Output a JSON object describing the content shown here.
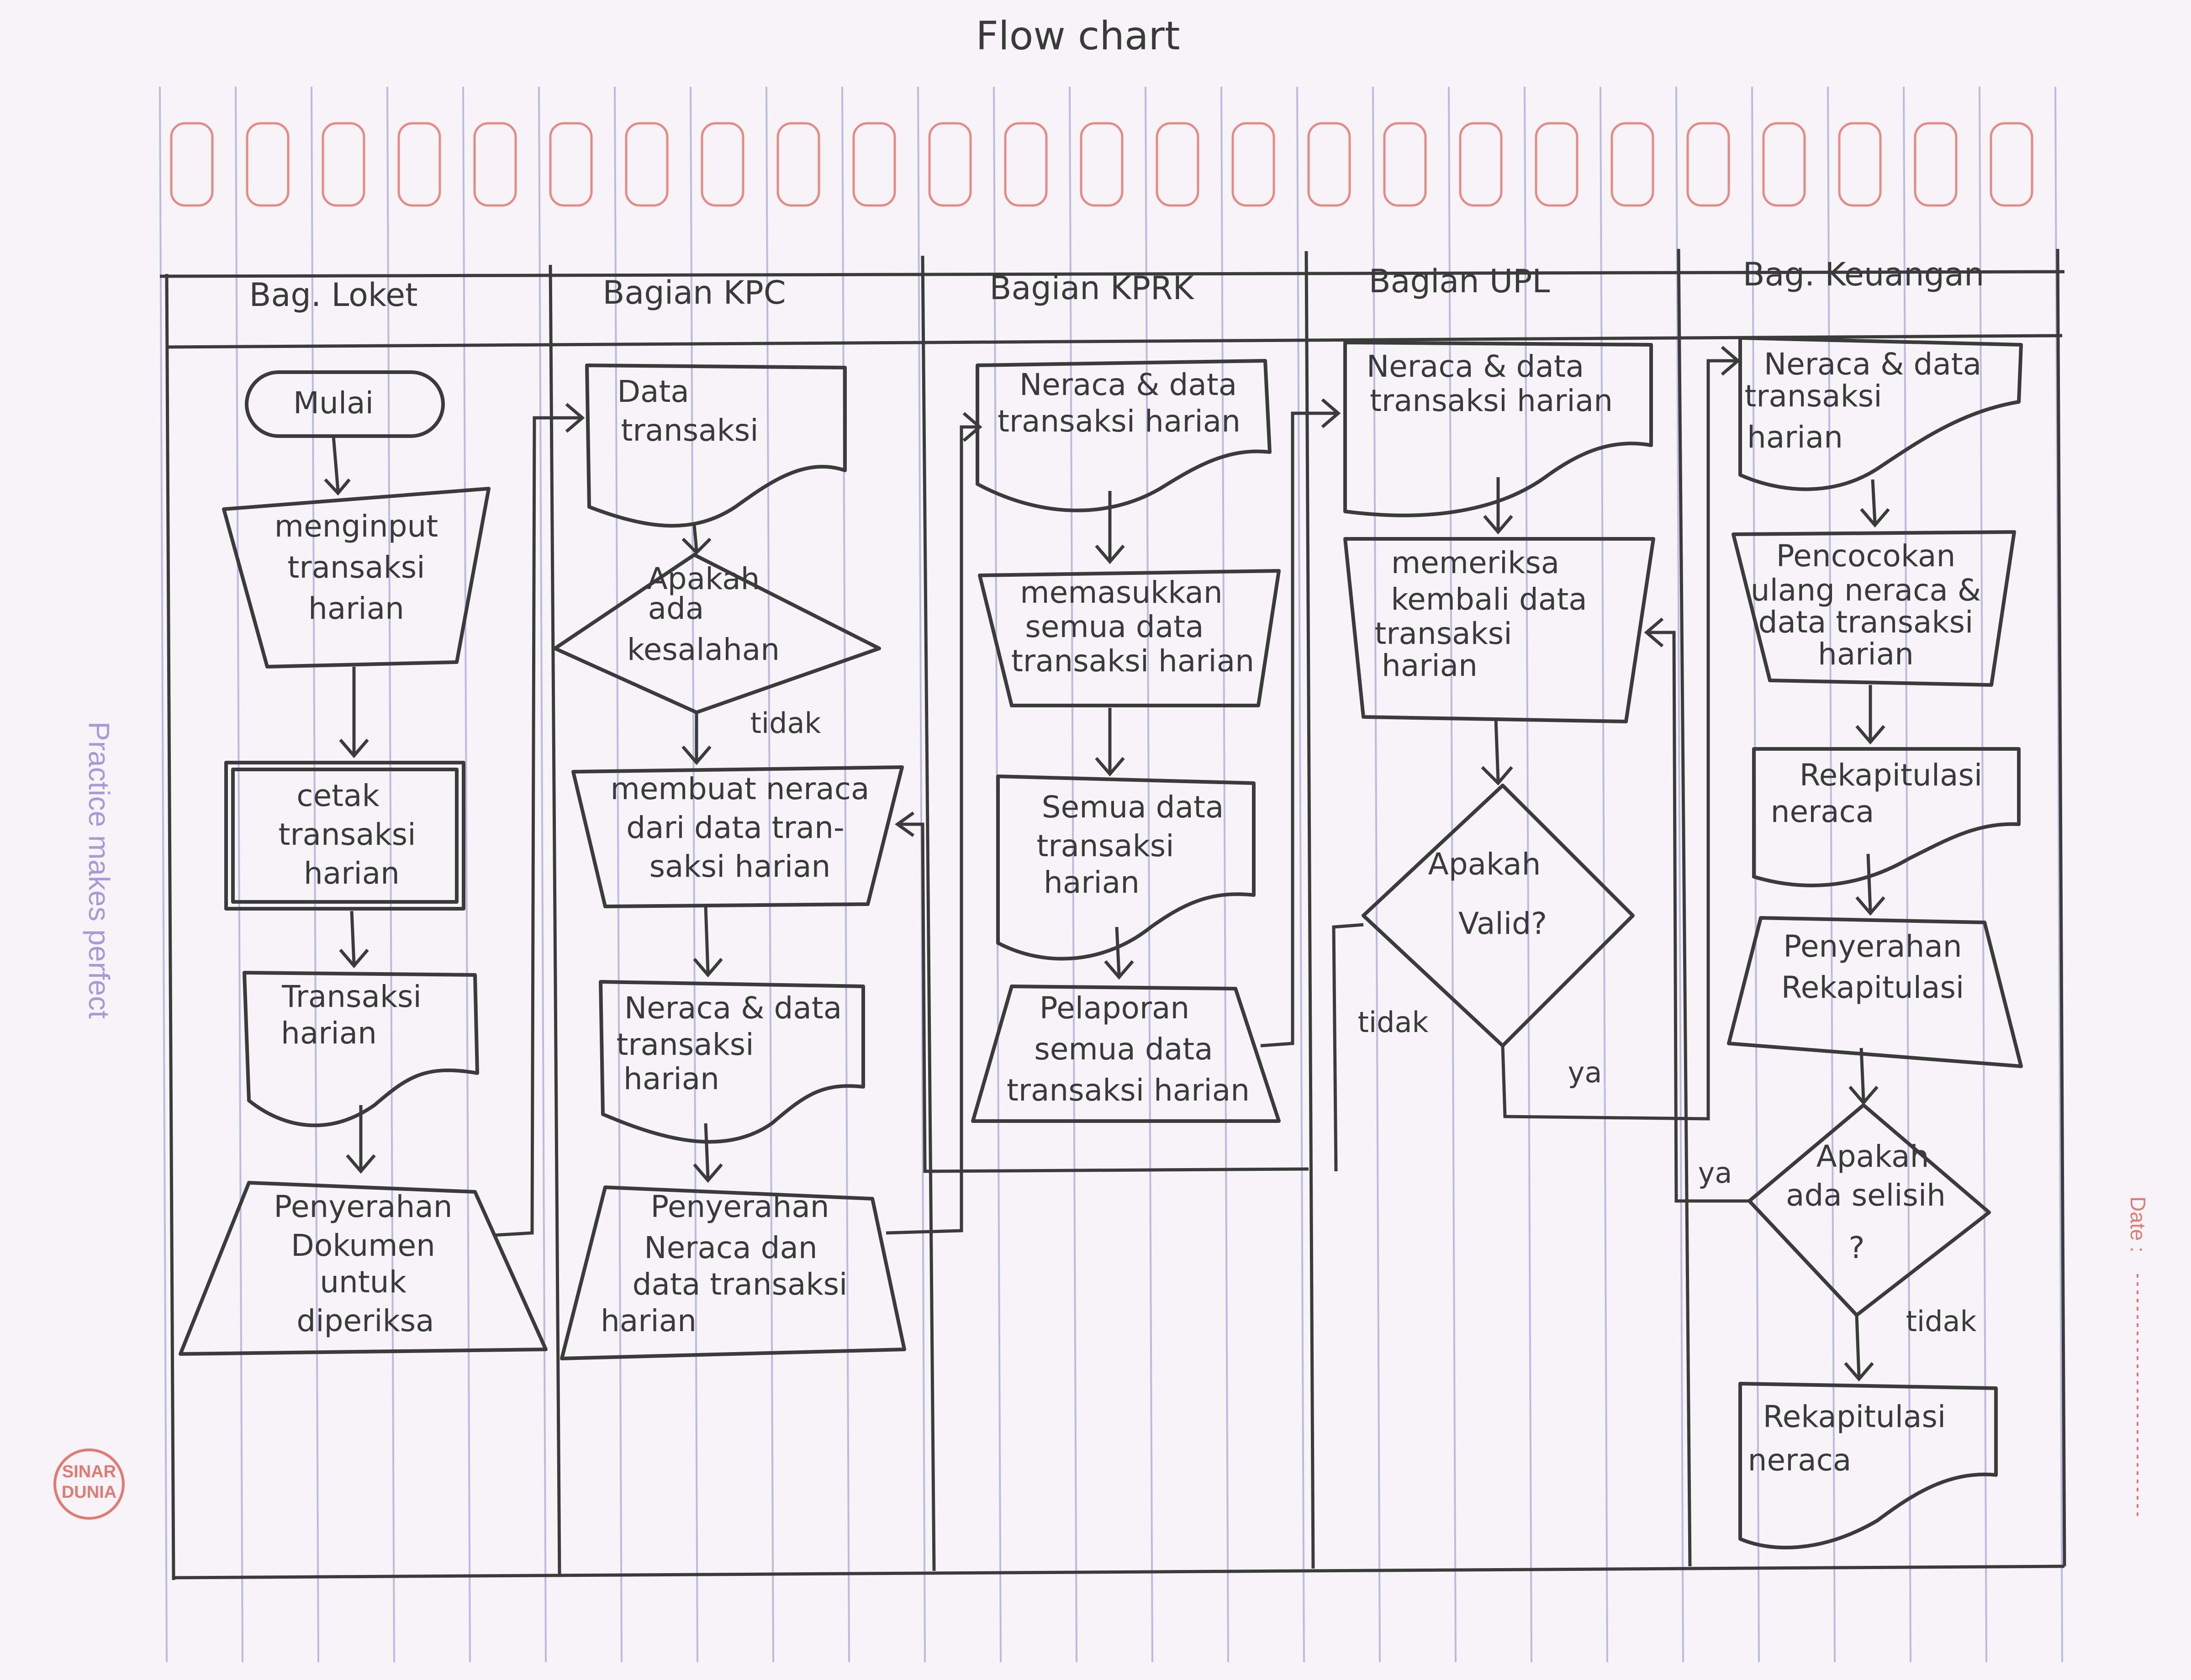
{
  "title": "Flow chart",
  "lanes": [
    {
      "label": "Bag. Loket"
    },
    {
      "label": "Bagian KPC"
    },
    {
      "label": "Bagian KPRK"
    },
    {
      "label": "Bagian UPL"
    },
    {
      "label": "Bag. Keuangan"
    }
  ],
  "nodes": {
    "mulai": [
      "Mulai"
    ],
    "input": [
      "menginput",
      "transaksi",
      "harian"
    ],
    "cetak": [
      "cetak",
      "transaksi",
      "harian"
    ],
    "transaksi_doc": [
      "Transaksi",
      "harian"
    ],
    "penyerahan1": [
      "Penyerahan",
      "Dokumen",
      "untuk",
      "diperiksa"
    ],
    "data_transaksi": [
      "Data",
      "transaksi"
    ],
    "apakah_salah": [
      "Apakah",
      "ada",
      "kesalahan"
    ],
    "membuat_neraca": [
      "membuat neraca",
      "dari data tran-",
      "saksi harian"
    ],
    "neraca_doc_kpc": [
      "Neraca & data",
      "transaksi",
      "harian"
    ],
    "penyerahan2": [
      "Penyerahan",
      "Neraca dan",
      "data transaksi",
      "harian"
    ],
    "neraca_doc_kprk": [
      "Neraca & data",
      "transaksi harian"
    ],
    "memasukkan": [
      "memasukkan",
      "semua data",
      "transaksi harian"
    ],
    "semua_doc": [
      "Semua data",
      "transaksi",
      "harian"
    ],
    "pelaporan": [
      "Pelaporan",
      "semua data",
      "transaksi harian"
    ],
    "neraca_doc_upl": [
      "Neraca & data",
      "transaksi harian"
    ],
    "memeriksa": [
      "memeriksa",
      "kembali data",
      "transaksi",
      "harian"
    ],
    "valid": [
      "Apakah",
      "Valid?"
    ],
    "neraca_doc_keu": [
      "Neraca & data",
      "transaksi",
      "harian"
    ],
    "pencocokan": [
      "Pencocokan",
      "ulang neraca &",
      "data transaksi",
      "harian"
    ],
    "rekap_doc": [
      "Rekapitulasi",
      "neraca"
    ],
    "penyerahan3": [
      "Penyerahan",
      "Rekapitulasi"
    ],
    "selisih": [
      "Apakah",
      "ada selisih",
      "?"
    ],
    "rekap_final": [
      "Rekapitulasi",
      "neraca"
    ]
  },
  "edge_labels": {
    "tidak_kpc": "tidak",
    "tidak_upl": "tidak",
    "ya_upl": "ya",
    "ya_keu": "ya",
    "tidak_keu": "tidak"
  },
  "paper": {
    "margin_text": "Practice makes perfect",
    "date_label": "Date :",
    "brand": [
      "SINAR",
      "DUNIA"
    ]
  },
  "colors": {
    "ink": "#3b3b3b",
    "grid": "#8e8ccf",
    "tab": "#e58a86"
  }
}
